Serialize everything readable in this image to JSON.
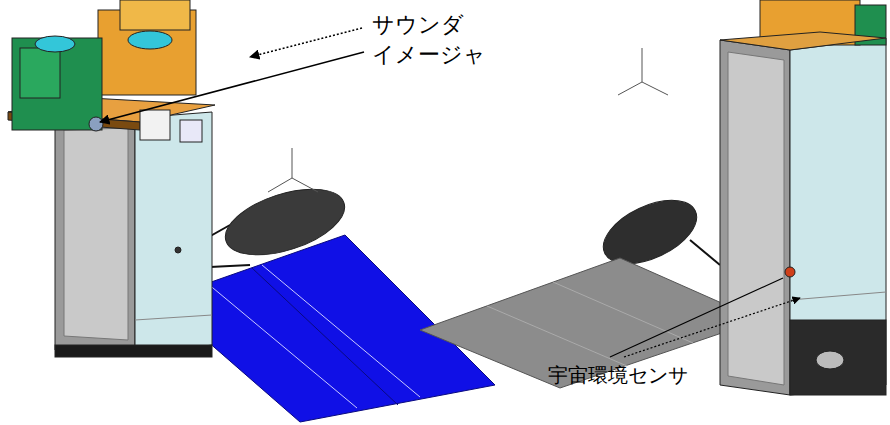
{
  "diagram": {
    "labels": [
      "サウンダ",
      "イメージャ",
      "宇宙環境センサ"
    ]
  }
}
